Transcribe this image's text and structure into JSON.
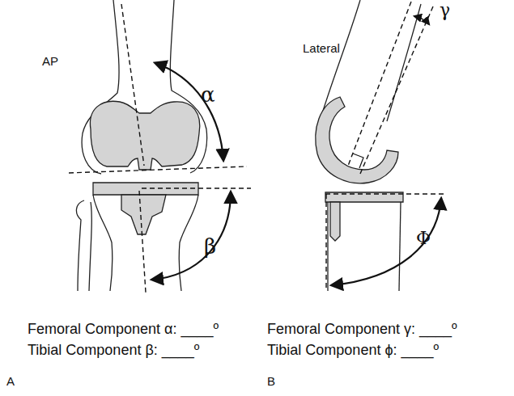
{
  "diagram": {
    "labels": [
      "AP",
      "α",
      "β",
      "Lateral",
      "γ",
      "Φ",
      "Femoral Component α: ____º",
      "Tibial Component β: ____º",
      "Femoral Component γ: ____º",
      "Tibial Component ϕ: ____º",
      "A",
      "B"
    ]
  }
}
